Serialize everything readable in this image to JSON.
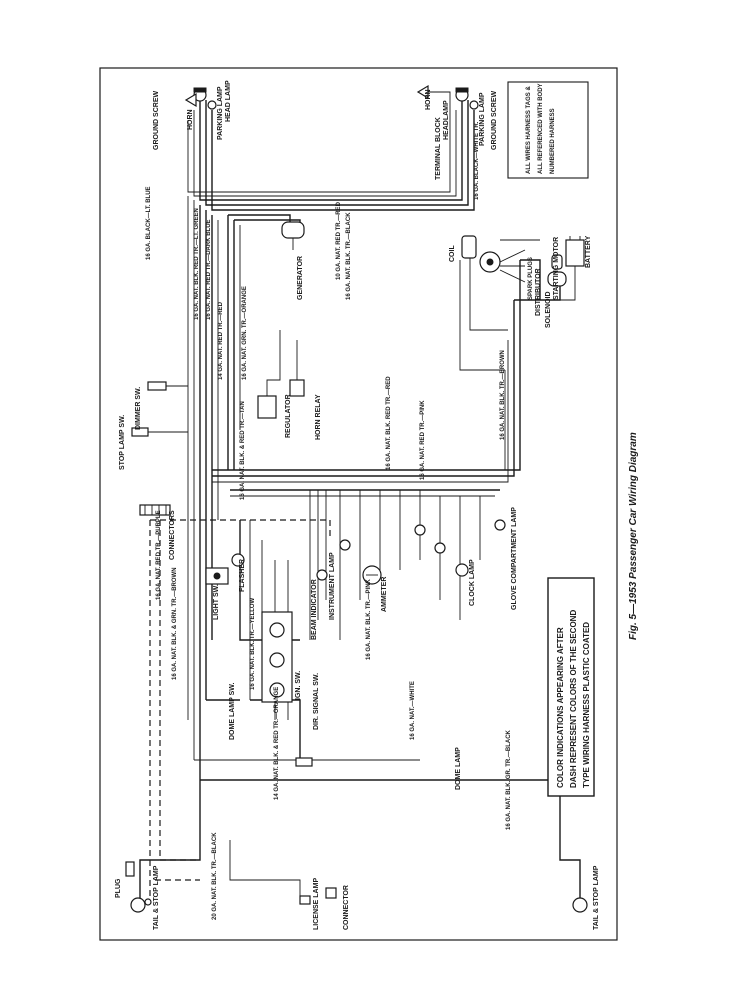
{
  "figure": {
    "caption": "Fig. 5—1953 Passenger Car Wiring Diagram",
    "note_box": [
      "COLOR INDICATIONS APPEARING AFTER",
      "DASH REPRESENT COLORS OF THE SECOND",
      "TYPE WIRING HARNESS PLASTIC COATED"
    ],
    "legend_box": [
      "ALL WIRES HARNESS TAGS &",
      "ALL REFERENCED WITH BODY",
      "NUMBERED HARNESS"
    ]
  },
  "components": {
    "horn_left": "HORN",
    "parking_lamp_left": "PARKING LAMP",
    "head_lamp_left": "HEAD LAMP",
    "ground_screw_left": "GROUND SCREW",
    "horn_right": "HORN",
    "head_lamp_right": "HEADLAMP",
    "parking_lamp_right": "PARKING LAMP",
    "ground_screw_right": "GROUND SCREW",
    "terminal_block": "TERMINAL BLOCK",
    "generator": "GENERATOR",
    "coil": "COIL",
    "distributor": "DISTRIBUTOR",
    "solenoid": "SOLENOID",
    "starting_motor": "STARTING MOTOR",
    "battery": "BATTERY",
    "spark_plugs": "SPARK PLUGS",
    "dimmer_sw": "DIMMER SW.",
    "stop_lamp_sw": "STOP LAMP SW.",
    "horn_relay": "HORN RELAY",
    "regulator": "REGULATOR",
    "connectors": "CONNECTORS",
    "light_sw": "LIGHT SW.",
    "flasher": "FLASHER",
    "instrument_lamp": "INSTRUMENT LAMP",
    "beam_indicator": "BEAM INDICATOR",
    "ammeter": "AMMETER",
    "glove_compartment_lamp": "GLOVE COMPARTMENT LAMP",
    "clock_lamp": "CLOCK LAMP",
    "ign_sw": "IGN. SW.",
    "dome_lamp_sw": "DOME LAMP SW.",
    "dir_signal_sw": "DIR. SIGNAL SW.",
    "connector": "CONNECTOR",
    "license_lamp": "LICENSE LAMP",
    "plug": "PLUG",
    "tail_stop_lamp_left": "TAIL & STOP LAMP",
    "tail_stop_lamp_right": "TAIL & STOP LAMP",
    "dome_lamp": "DOME LAMP"
  },
  "wire_labels": {
    "a": "16 GA. BLACK—LT. BLUE",
    "b": "16 GA. NAT. RED TR.—PURPLE",
    "c": "16 GA. NAT. BLK. & GRN. TR.—BROWN",
    "d": "14 GA. NAT. RED TR.—RED",
    "e": "16 GA. NAT. GRN. TR.—ORANGE",
    "f": "16 GA. NAT. BLK. TR.—YELLOW",
    "g": "16 GA. NAT. BLK. & RED TR.—TAN",
    "h": "16 GA. NAT. BLK. TR.—BLACK",
    "i": "10 GA. NAT. RED TR.—RED",
    "j": "16 GA. BLACK—WHITE TR.",
    "k": "16 GA. NAT. BLK. GR. TR.—BLACK",
    "l": "16 GA. NAT. RED TR.—PINK",
    "m": "16 GA. NAT.—WHITE",
    "n": "16 GA. NAT. BLK. TR.—BROWN",
    "o": "14 GA. NAT. BLK. & RED TR.—ORANGE",
    "p": "20 GA. NAT. BLK. TR.—BLACK",
    "q": "16 GA. NAT. BLK. RED TR.—LT. GREEN",
    "r": "16 GA. NAT. RED TR.—DARK BLUE",
    "s": "16 GA. NAT. BLK. RED TR.—RED",
    "t": "16 GA. NAT. BLK. TR.—PINK"
  }
}
